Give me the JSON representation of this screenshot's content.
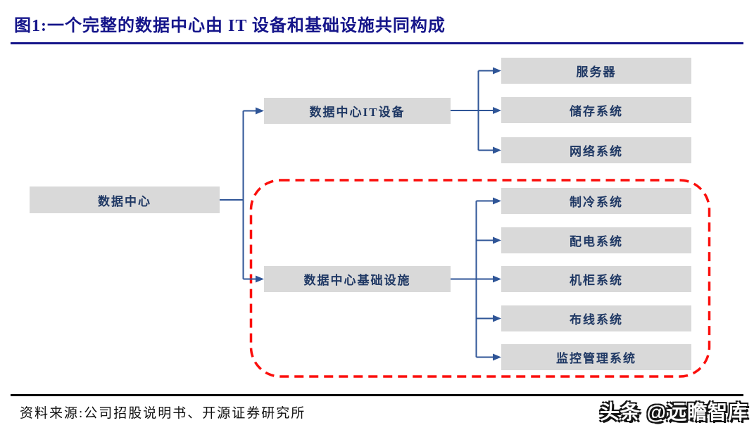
{
  "header": {
    "title": "图1:一个完整的数据中心由 IT 设备和基础设施共同构成"
  },
  "tree": {
    "root": {
      "label": "数据中心"
    },
    "branches": [
      {
        "label": "数据中心IT设备",
        "children": [
          {
            "label": "服务器"
          },
          {
            "label": "储存系统"
          },
          {
            "label": "网络系统"
          }
        ]
      },
      {
        "label": "数据中心基础设施",
        "highlighted": "red-dashed-outline",
        "children": [
          {
            "label": "制冷系统"
          },
          {
            "label": "配电系统"
          },
          {
            "label": "机柜系统"
          },
          {
            "label": "布线系统"
          },
          {
            "label": "监控管理系统"
          }
        ]
      }
    ]
  },
  "footer": {
    "source": "资料来源:公司招股说明书、开源证券研究所",
    "watermark": "头条 @远瞻智库"
  },
  "colors": {
    "title_navy": "#15158a",
    "node_text": "#1f3864",
    "node_bg": "#d9d9d9",
    "line_blue": "#2f5597",
    "highlight_red": "#fb0f0c",
    "rule_black": "#000000"
  }
}
